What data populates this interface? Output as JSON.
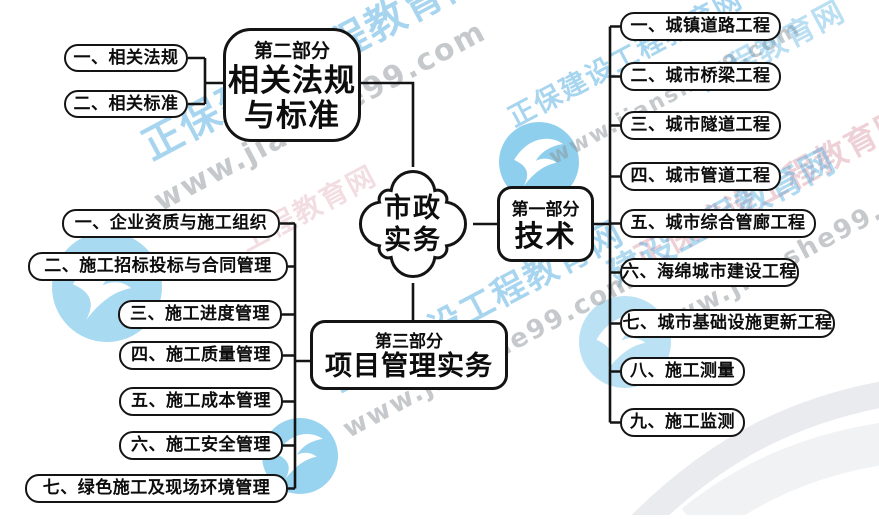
{
  "root": {
    "line1": "市政",
    "line2": "实务"
  },
  "part1": {
    "label": "第一部分",
    "title": "技术",
    "items": [
      "一、城镇道路工程",
      "二、城市桥梁工程",
      "三、城市隧道工程",
      "四、城市管道工程",
      "五、城市综合管廊工程",
      "六、海绵城市建设工程",
      "七、城市基础设施更新工程",
      "八、施工测量",
      "九、施工监测"
    ]
  },
  "part2": {
    "label": "第二部分",
    "title_line1": "相关法规",
    "title_line2": "与标准",
    "items": [
      "一、相关法规",
      "二、相关标准"
    ]
  },
  "part3": {
    "label": "第三部分",
    "title": "项目管理实务",
    "items": [
      "一、企业资质与施工组织",
      "二、施工招标投标与合同管理",
      "三、施工进度管理",
      "四、施工质量管理",
      "五、施工成本管理",
      "六、施工安全管理",
      "七、绿色施工及现场环境管理"
    ]
  },
  "watermark": {
    "brand": "正保建设工程教育网",
    "brand_short": "建设工程教育网",
    "brand_fragment": "工程教育网",
    "url": "www.jianshe99.com",
    "colors": {
      "blue": "#3da4dc",
      "pink": "#d89aa6",
      "gray": "#8f9499",
      "logo_blue": "#33a8e0"
    }
  }
}
